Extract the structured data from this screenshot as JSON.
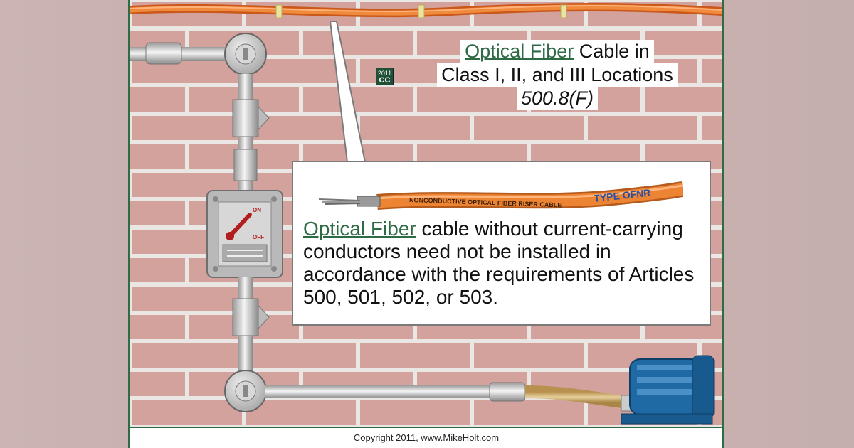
{
  "title": {
    "highlight": "Optical Fiber",
    "line1_rest": " Cable in",
    "line2": "Class I, II, and III Locations",
    "reference": "500.8(F)"
  },
  "badge": {
    "year": "2011",
    "code": "CC"
  },
  "callout": {
    "highlight": "Optical Fiber",
    "body": " cable without current-carrying conductors need not be installed in accordance with the requirements of Articles 500, 501, 502, or 503."
  },
  "cable_labels": {
    "jacket_text": "NONCONDUCTIVE OPTICAL FIBER RISER CABLE",
    "type_text": "TYPE OFNR"
  },
  "switch_labels": {
    "on": "ON",
    "off": "OFF"
  },
  "footer": {
    "copyright": "Copyright 2011, www.MikeHolt.com"
  },
  "colors": {
    "brick": "#d3a29d",
    "mortar": "#e9e6e4",
    "frame_green": "#2f6b45",
    "cable_orange": "#e8782a",
    "cable_text_blue": "#2a4fa0",
    "motor_blue": "#1f6aa5",
    "flex_tan": "#cfae72"
  }
}
